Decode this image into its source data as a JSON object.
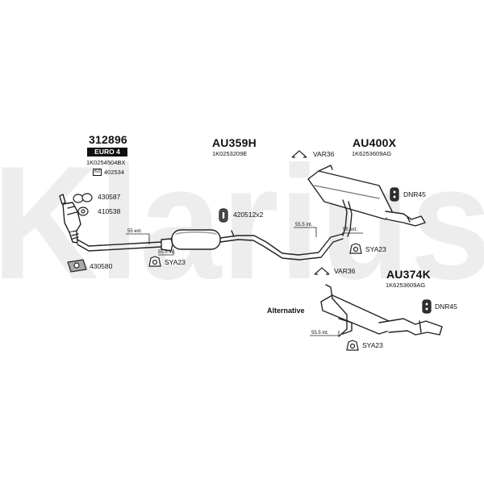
{
  "watermark": "Klarius",
  "colors": {
    "watermark": "#ededed",
    "line": "#222222",
    "fill": "#ffffff",
    "shade": "#555555"
  },
  "parts": {
    "cat_code": "312896",
    "cat_badge": "EURO 4",
    "cat_oem": "1K0254504BX",
    "cat_kit_tag": "Kit",
    "cat_kit": "402534",
    "front_code": "AU359H",
    "front_oem": "1K0253209E",
    "rear_code": "AU400X",
    "rear_oem": "1K6253609AG",
    "alt_code": "AU374K",
    "alt_oem": "1K6253609AG"
  },
  "fittings": {
    "f430587": "430587",
    "f410538": "410538",
    "f430580": "430580",
    "f420512": "420512x2",
    "sya23_a": "SYA23",
    "sya23_b": "SYA23",
    "sya23_c": "SYA23",
    "var36_a": "VAR36",
    "var36_b": "VAR36",
    "dnr45_a": "DNR45",
    "dnr45_b": "DNR45"
  },
  "dimensions": {
    "d1": "55 ext.",
    "d2": "55.5 int.",
    "d3": "55.5 int.",
    "d4": "55 ext.",
    "d5": "55.5 int."
  },
  "labels": {
    "alternative": "Alternative"
  }
}
